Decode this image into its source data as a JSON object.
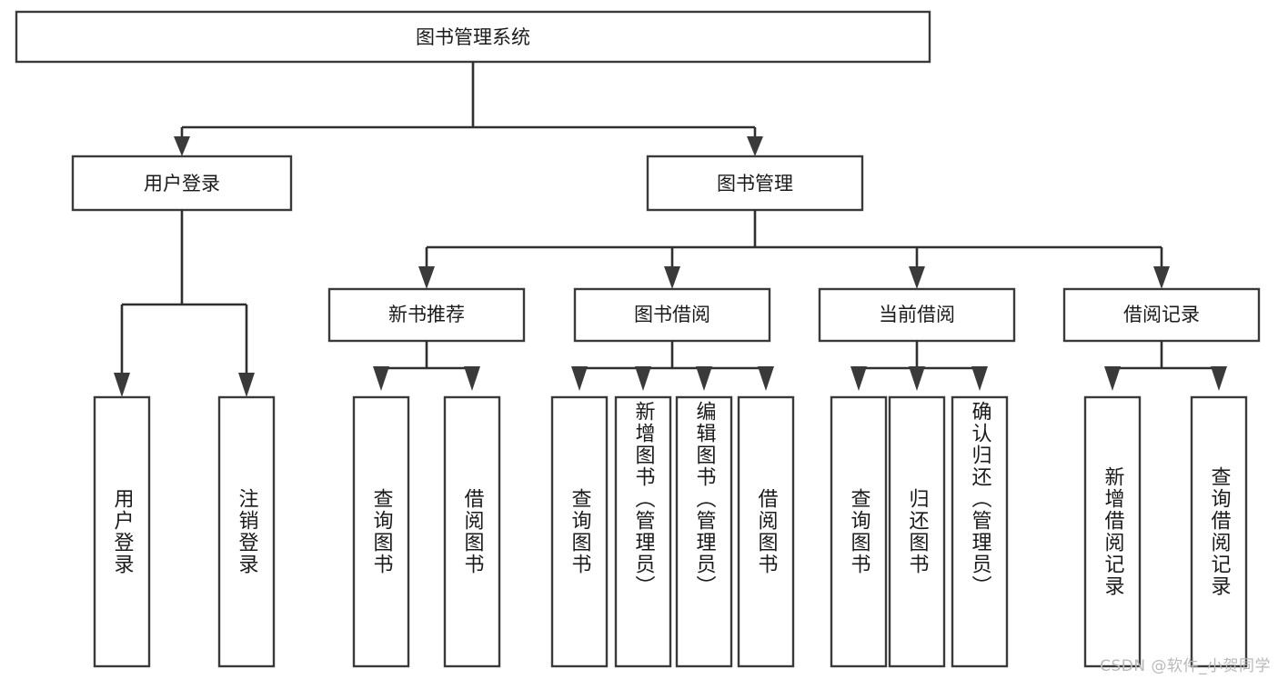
{
  "diagram": {
    "type": "tree-hierarchy-chart",
    "title": "图书管理系统",
    "watermark": "CSDN @软件_小贺同学",
    "colors": {
      "box_stroke": "#3a3a3a",
      "box_fill": "#ffffff",
      "connector": "#2f2f2f",
      "text": "#1a1a1a",
      "watermark": "#b9b9b9",
      "background": "#ffffff"
    },
    "root": {
      "label": "图书管理系统"
    },
    "level2": [
      {
        "label": "用户登录"
      },
      {
        "label": "图书管理"
      }
    ],
    "level3": [
      {
        "label": "新书推荐"
      },
      {
        "label": "图书借阅"
      },
      {
        "label": "当前借阅"
      },
      {
        "label": "借阅记录"
      }
    ],
    "leaves": {
      "user_login": [
        {
          "label": "用户登录"
        },
        {
          "label": "注销登录"
        }
      ],
      "new_book_recommend": [
        {
          "label": "查询图书"
        },
        {
          "label": "借阅图书"
        }
      ],
      "book_borrow": [
        {
          "label": "查询图书"
        },
        {
          "label": "新增图书（管理员）"
        },
        {
          "label": "编辑图书（管理员）"
        },
        {
          "label": "借阅图书"
        }
      ],
      "current_borrow": [
        {
          "label": "查询图书"
        },
        {
          "label": "归还图书"
        },
        {
          "label": "确认归还（管理员）"
        }
      ],
      "borrow_record": [
        {
          "label": "新增借阅记录"
        },
        {
          "label": "查询借阅记录"
        }
      ]
    }
  }
}
